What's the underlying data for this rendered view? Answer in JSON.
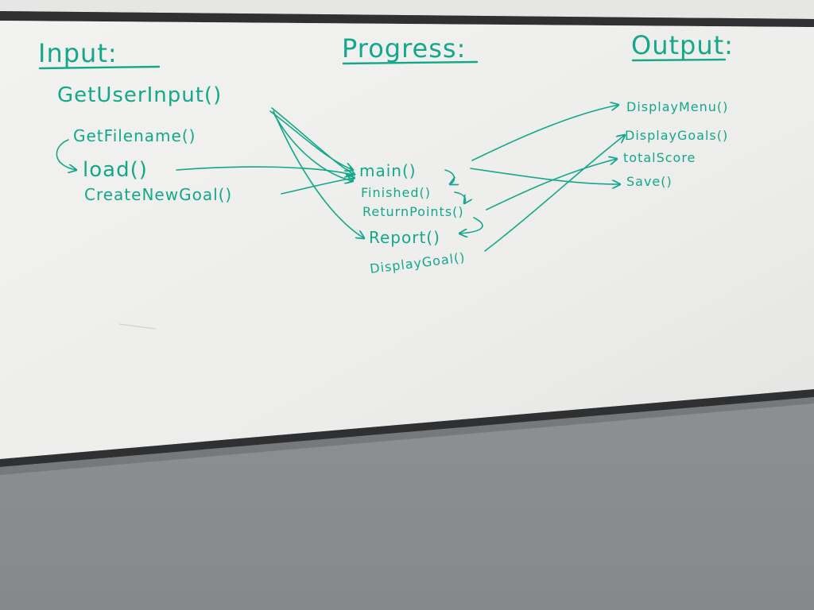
{
  "whiteboard": {
    "columns": {
      "input": {
        "heading": "Input:",
        "items": [
          "GetUserInput()",
          "GetFilename()",
          "load()",
          "CreateNewGoal()"
        ]
      },
      "progress": {
        "heading": "Progress:",
        "items": [
          "main()",
          "Finished()",
          "ReturnPoints()",
          "Report()",
          "DisplayGoal()"
        ]
      },
      "output": {
        "heading": "Output:",
        "items": [
          "DisplayMenu()",
          "DisplayGoals()",
          "totalScore",
          "Save()"
        ]
      }
    },
    "ink_color": "#14a88a",
    "board_color": "#eeeeec",
    "frame_color": "#2f3032",
    "wall_color": "#8d8f92"
  }
}
